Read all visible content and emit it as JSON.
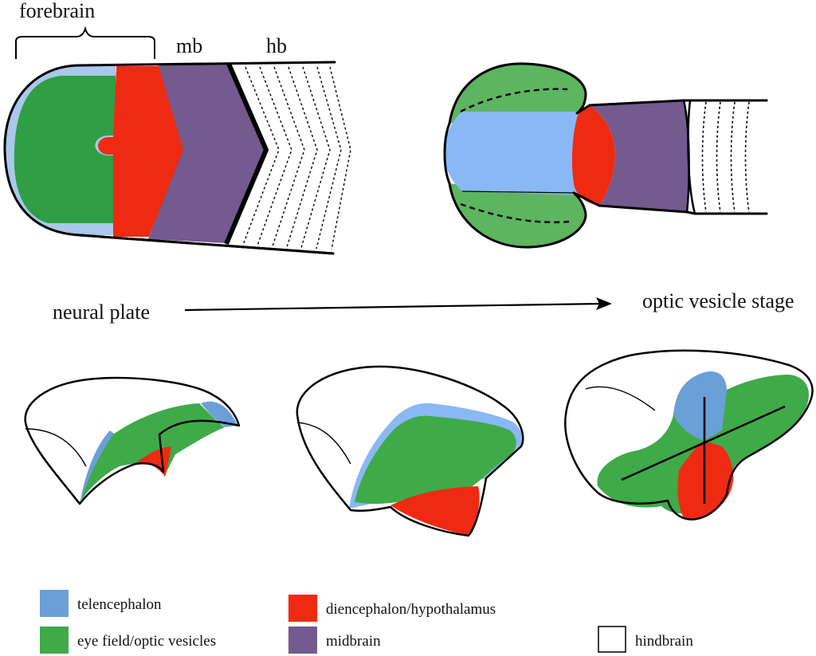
{
  "labels": {
    "forebrain": "forebrain",
    "mb": "mb",
    "hb": "hb",
    "neural_plate": "neural plate",
    "optic_vesicle_stage": "optic vesicle stage"
  },
  "colors": {
    "telencephalon": "#6a9fd8",
    "telencephalon_light": "#8ab8f5",
    "telencephalon_pale": "#a9c8ea",
    "eye_field": "#3faa48",
    "eye_field_light": "#5db560",
    "eye_field_dark": "#2f9e44",
    "diencephalon": "#ef2a12",
    "midbrain": "#735a8f",
    "hindbrain": "#ffffff"
  },
  "legend": [
    {
      "key": "telencephalon",
      "label": "telencephalon",
      "color": "#6a9fd8"
    },
    {
      "key": "eye_field",
      "label": "eye field/optic vesicles",
      "color": "#3faa48"
    },
    {
      "key": "diencephalon",
      "label": "diencephalon/hypothalamus",
      "color": "#ef2a12"
    },
    {
      "key": "midbrain",
      "label": "midbrain",
      "color": "#735a8f"
    },
    {
      "key": "hindbrain",
      "label": "hindbrain",
      "color": "#ffffff"
    }
  ]
}
